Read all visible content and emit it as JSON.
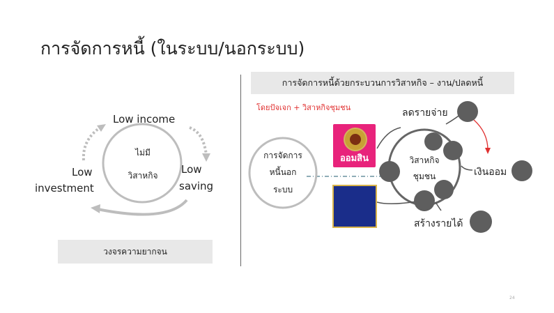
{
  "title": "การจัดการหนี้ (ในระบบ/นอกระบบ)",
  "left": {
    "center_line1": "ไม่มี",
    "center_line2": "วิสาหกิจ",
    "top_label": "Low income",
    "right_label_1": "Low",
    "right_label_2": "saving",
    "left_label_1": "Low",
    "left_label_2": "investment",
    "footer": "วงจรความยากจน"
  },
  "right": {
    "heading": "การจัดการหนี้ด้วยกระบวนการวิสาหกิจ – งาน/ปลดหนี้",
    "subheading": "โดยปัจเจก + วิสาหกิจชุมชน",
    "informal_line1": "การจัดการ",
    "informal_line2": "หนี้นอก",
    "informal_line3": "ระบบ",
    "enterprise_line1": "วิสาหกิจ",
    "enterprise_line2": "ชุมชน",
    "reduce_expense": "ลดรายจ่าย",
    "savings": "เงินออม",
    "create_income": "สร้างรายได้",
    "gsb_logo_text": "ออมสิน"
  },
  "page_number": "24",
  "colors": {
    "circle_stroke": "#bdbdbd",
    "node_fill": "#5e5e5e",
    "gsb_pink": "#e8237b",
    "baac_blue": "#1a2d8a",
    "red_accent": "#e03030"
  }
}
